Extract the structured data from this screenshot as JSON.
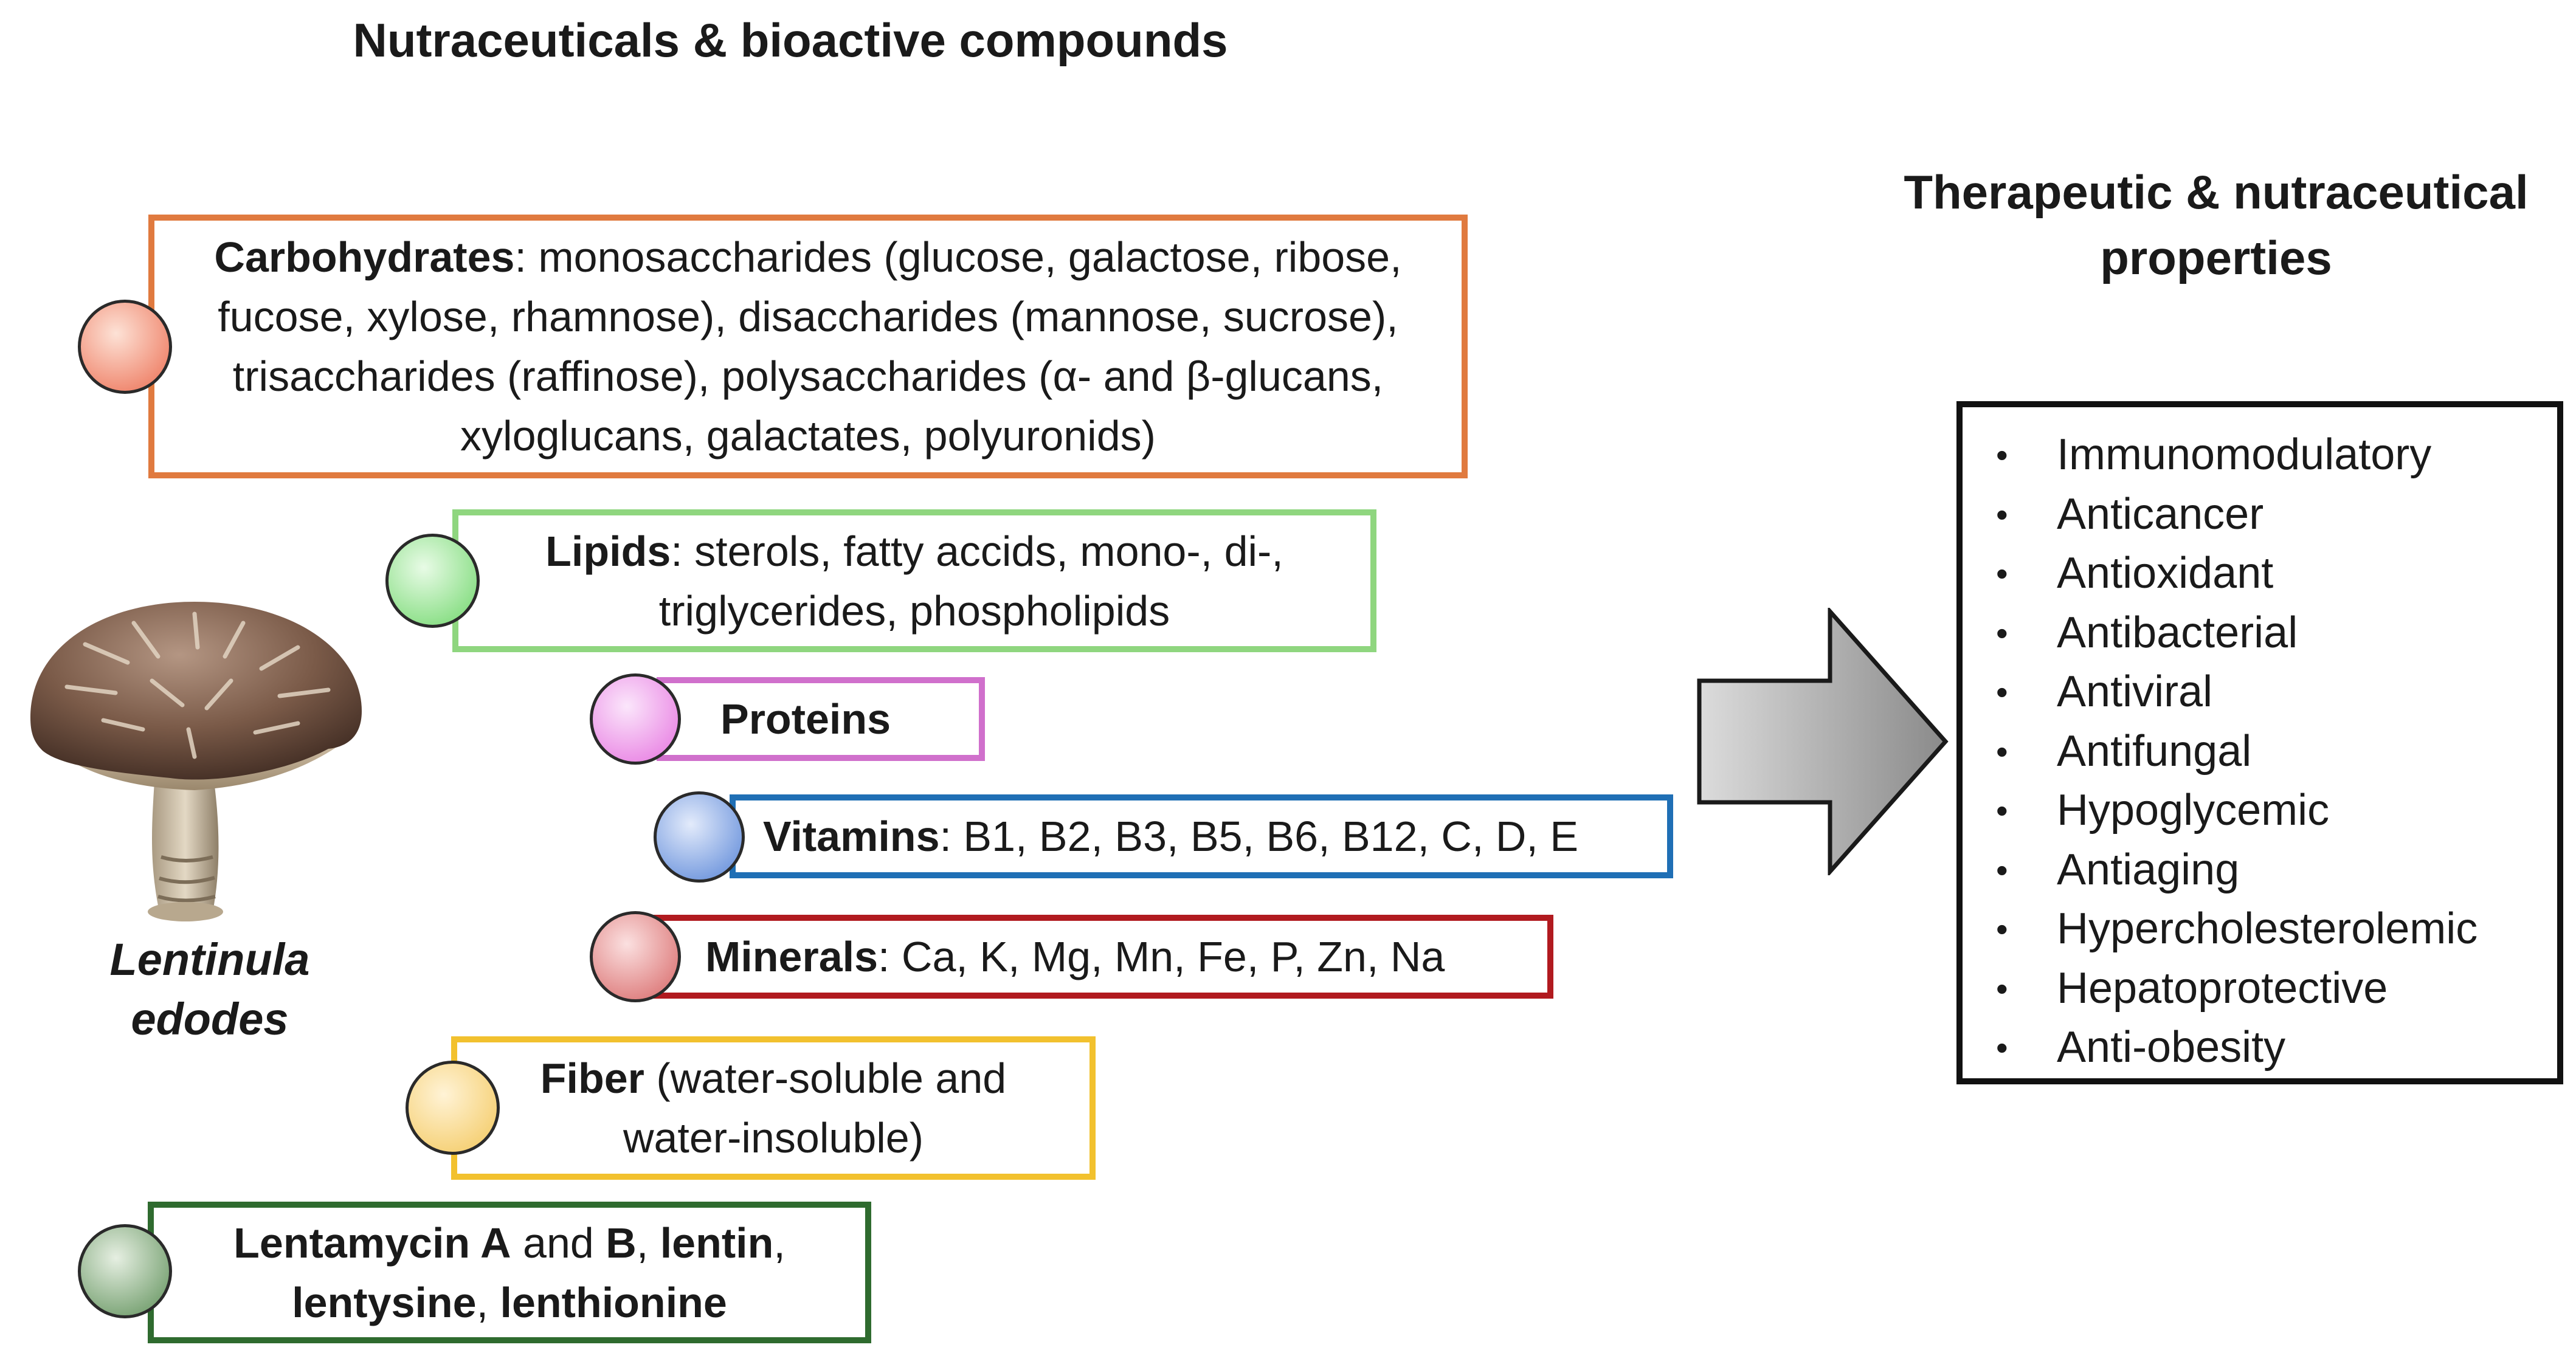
{
  "left_heading": "Nutraceuticals & bioactive compounds",
  "right_heading": "Therapeutic & nutraceutical properties",
  "species": {
    "line1": "Lentinula",
    "line2": "edodes"
  },
  "compounds": {
    "carbohydrates": {
      "label": "Carbohydrates",
      "text": ": monosaccharides (glucose, galactose, ribose, fucose, xylose, rhamnose), disaccharides (mannose, sucrose), trisaccharides (raffinose), polysaccharides (α- and β-glucans, xyloglucans, galactates, polyuronids)",
      "color": "#e07a3f"
    },
    "lipids": {
      "label": "Lipids",
      "text": ": sterols, fatty accids, mono-, di-, triglycerides, phospholipids",
      "color": "#8fd67f"
    },
    "proteins": {
      "label": "Proteins",
      "color": "#d070cc"
    },
    "vitamins": {
      "label": "Vitamins",
      "text": ": B1, B2, B3, B5, B6, B12, C, D, E",
      "color": "#1f6fb5"
    },
    "minerals": {
      "label": "Minerals",
      "text": ": Ca, K, Mg, Mn, Fe, P, Zn, Na",
      "color": "#b11a1f"
    },
    "fiber": {
      "label": "Fiber",
      "text": " (water-soluble and water-insoluble)",
      "color": "#f2c12e"
    },
    "lentamycin": {
      "part1": "Lentamycin A",
      "part2": " and ",
      "part3": "B",
      "part4": ", ",
      "part5": "lentin",
      "part6": ", ",
      "part7": "lentysine",
      "part8": ", ",
      "part9": "lenthionine",
      "color": "#2f6b2f"
    }
  },
  "properties": [
    "Immunomodulatory",
    "Anticancer",
    "Antioxidant",
    "Antibacterial",
    "Antiviral",
    "Antifungal",
    "Hypoglycemic",
    "Antiaging",
    "Hypercholesterolemic",
    "Hepatoprotective",
    "Anti-obesity"
  ]
}
